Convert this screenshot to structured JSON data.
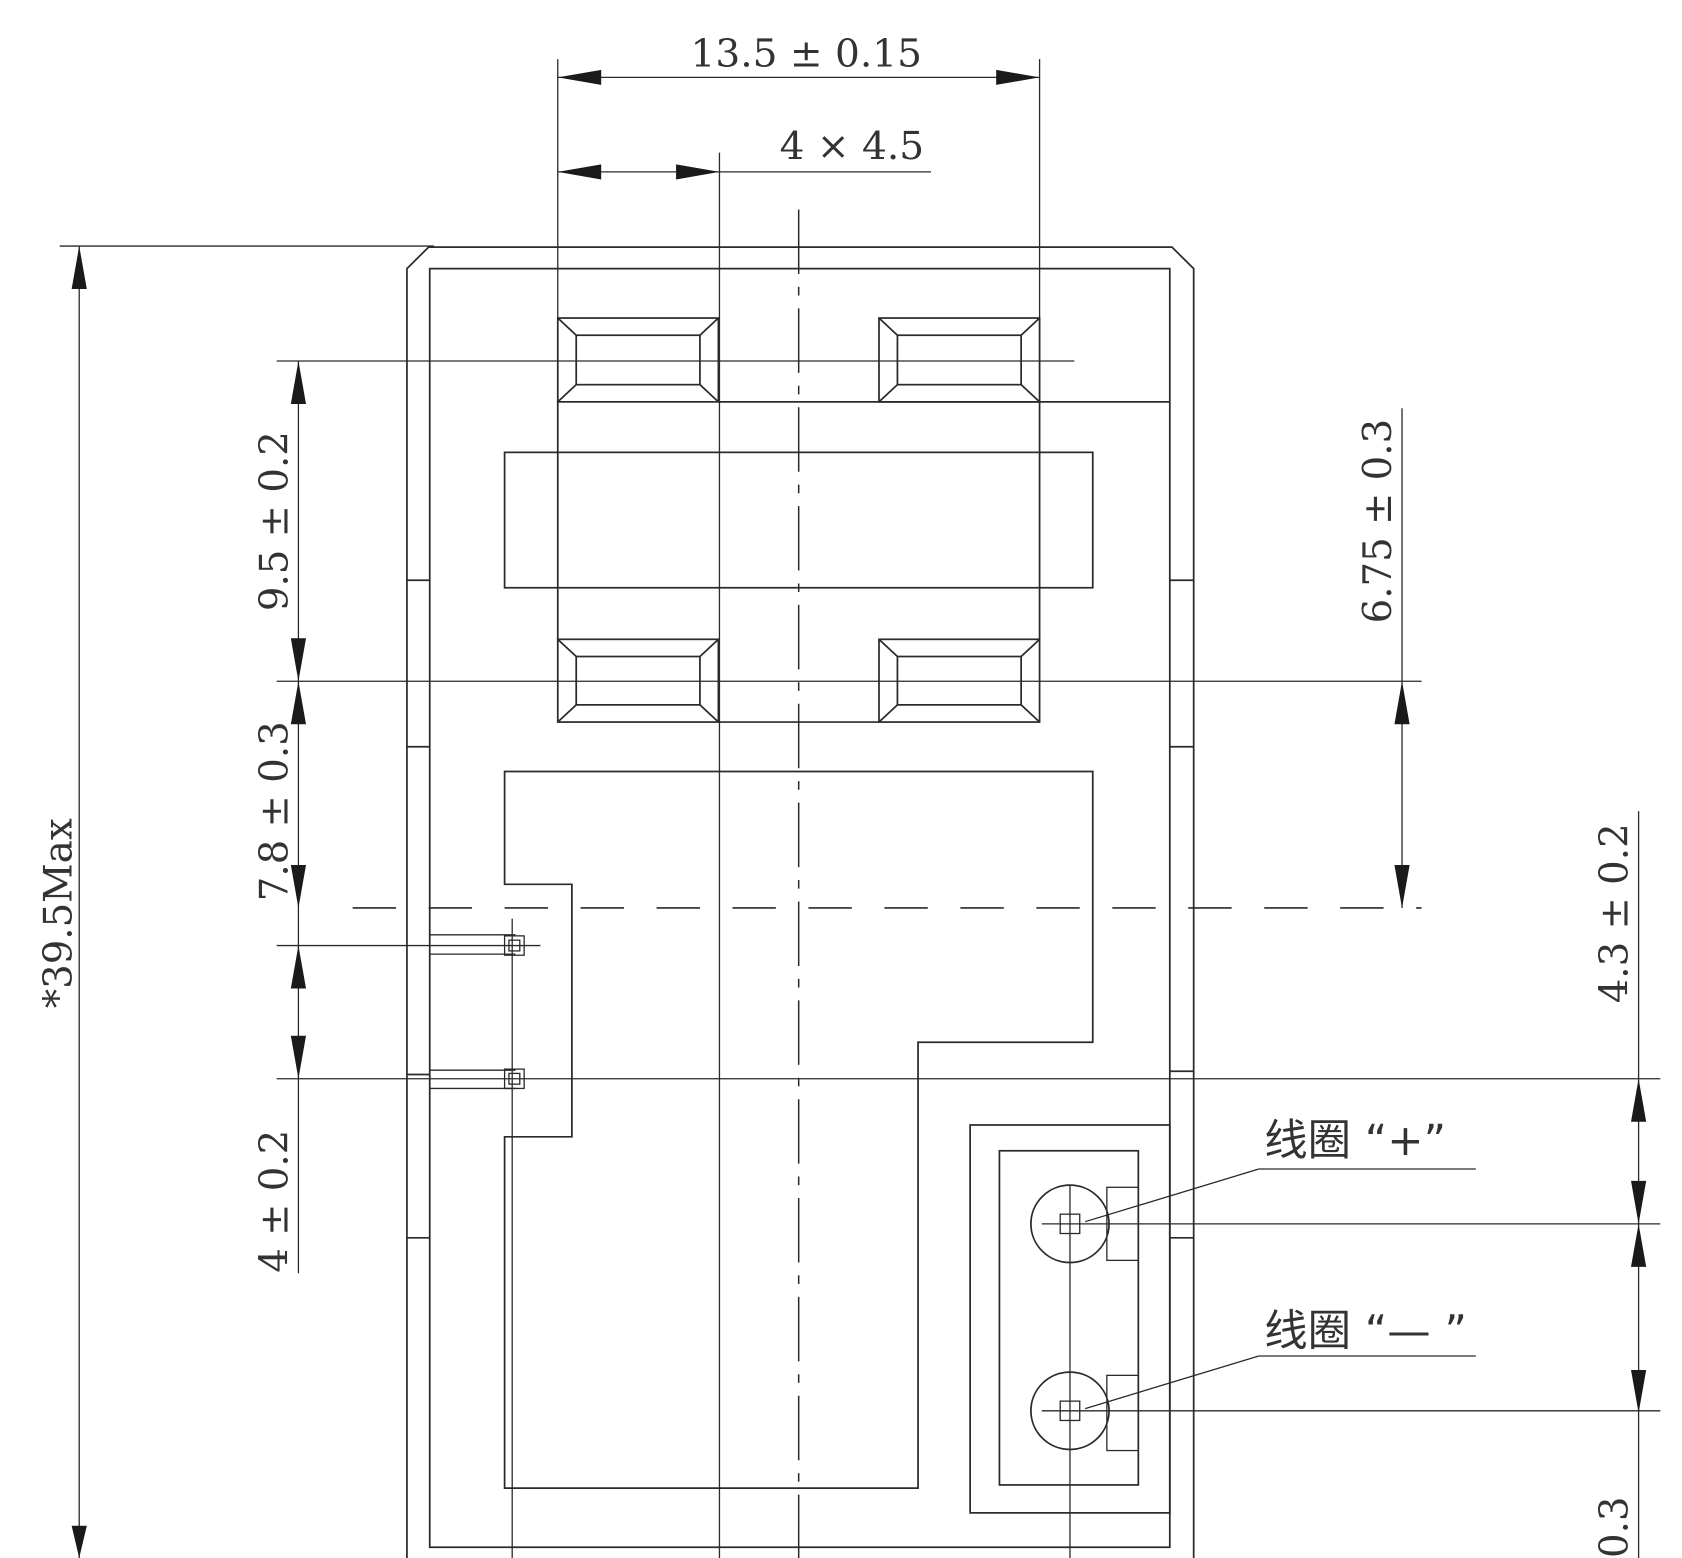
{
  "dimensions": {
    "width_total": "13.5 ± 0.15",
    "pitch": "4 × 4.5",
    "height_max": "*39.5Max",
    "pad_rows": "9.5 ± 0.2",
    "row_to_pin": "7.8 ± 0.3",
    "pin_spacing": "4 ± 0.2",
    "right_offset": "6.75 ± 0.3",
    "coil_spacing": "4.3 ± 0.2",
    "bottom_partial": "0.3"
  },
  "labels": {
    "coil_plus": "线圈 “+”",
    "coil_minus": "线圈 “— ”"
  }
}
